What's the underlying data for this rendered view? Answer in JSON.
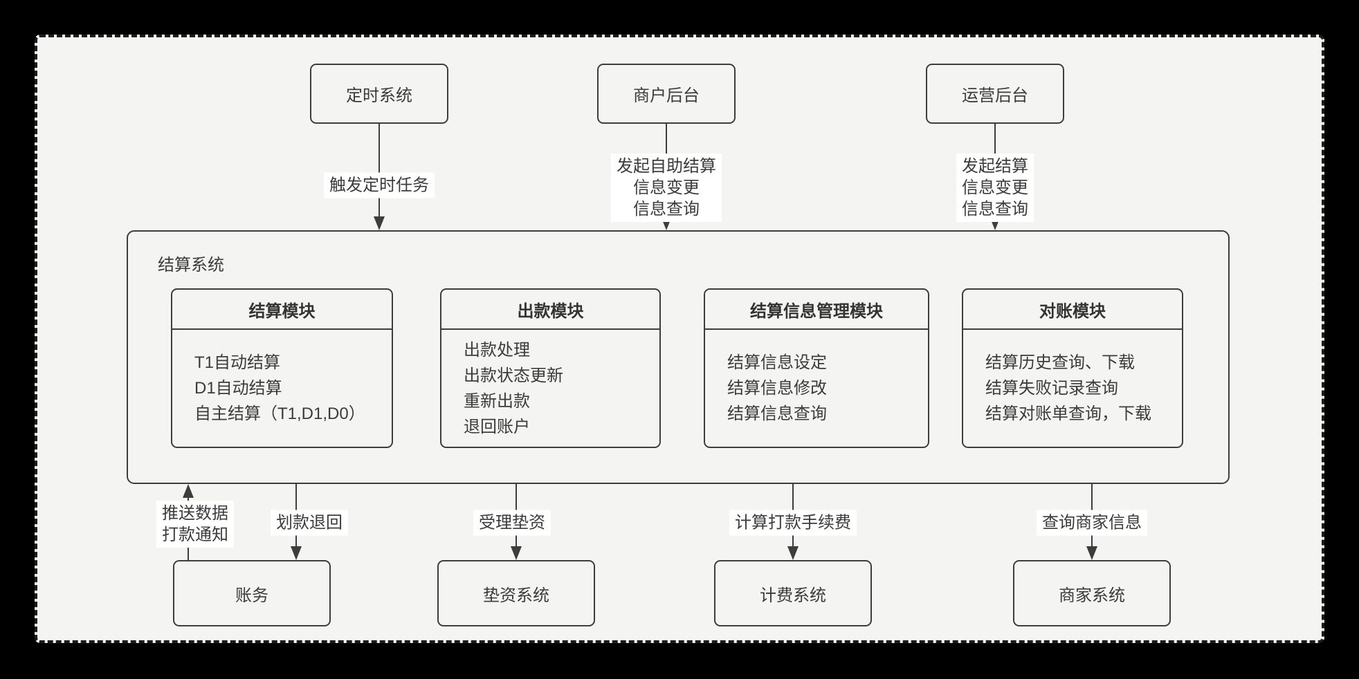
{
  "colors": {
    "page_background": "#000000",
    "card_background": "#f4f4f3",
    "stroke": "#3d3d3d",
    "text": "#3b3b3b",
    "edge_label_background": "#ffffff"
  },
  "top_nodes": [
    {
      "label": "定时系统",
      "edge_lines": [
        "触发定时任务"
      ]
    },
    {
      "label": "商户后台",
      "edge_lines": [
        "发起自助结算",
        "信息变更",
        "信息查询"
      ]
    },
    {
      "label": "运营后台",
      "edge_lines": [
        "发起结算",
        "信息变更",
        "信息查询"
      ]
    }
  ],
  "system": {
    "label": "结算系统",
    "modules": [
      {
        "title": "结算模块",
        "items": [
          "T1自动结算",
          "D1自动结算",
          "自主结算（T1,D1,D0）"
        ]
      },
      {
        "title": "出款模块",
        "items": [
          "出款处理",
          "出款状态更新",
          "重新出款",
          "退回账户"
        ]
      },
      {
        "title": "结算信息管理模块",
        "items": [
          "结算信息设定",
          "结算信息修改",
          "结算信息查询"
        ]
      },
      {
        "title": "对账模块",
        "items": [
          "结算历史查询、下载",
          "结算失败记录查询",
          "结算对账单查询，下载"
        ]
      }
    ]
  },
  "bottom_edges": [
    {
      "direction": "up",
      "lines": [
        "推送数据",
        "打款通知"
      ]
    },
    {
      "direction": "down",
      "lines": [
        "划款退回"
      ]
    },
    {
      "direction": "down",
      "lines": [
        "受理垫资"
      ]
    },
    {
      "direction": "down",
      "lines": [
        "计算打款手续费"
      ]
    },
    {
      "direction": "down",
      "lines": [
        "查询商家信息"
      ]
    }
  ],
  "bottom_nodes": [
    {
      "label": "账务"
    },
    {
      "label": "垫资系统"
    },
    {
      "label": "计费系统"
    },
    {
      "label": "商家系统"
    }
  ]
}
